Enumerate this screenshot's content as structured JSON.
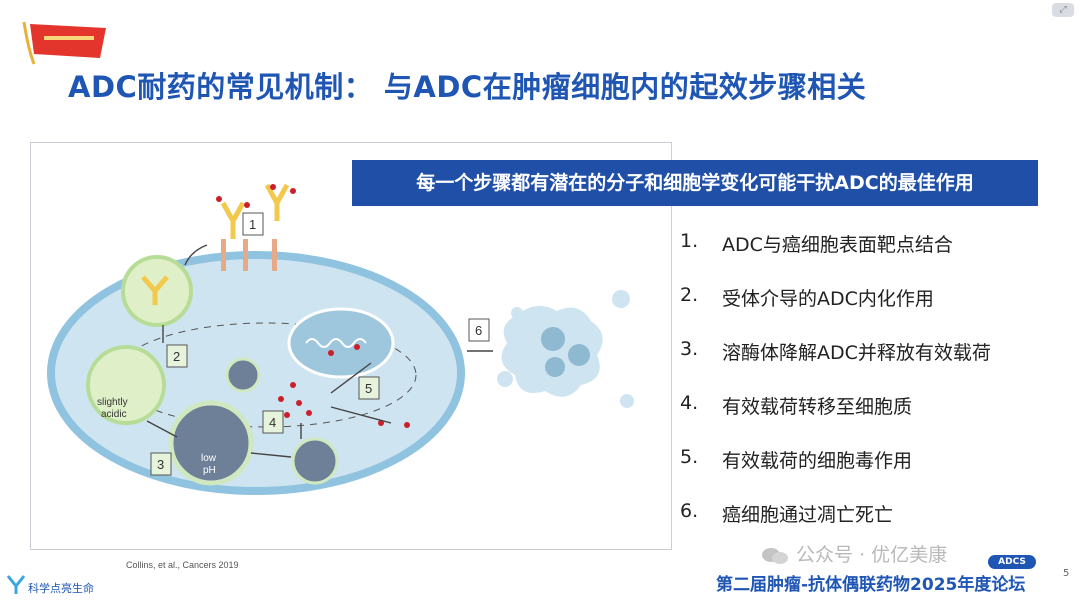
{
  "slide": {
    "title": "ADC耐药的常见机制： 与ADC在肿瘤细胞内的起效步骤相关",
    "banner": "每一个步骤都有潜在的分子和细胞学变化可能干扰ADC的最佳作用",
    "steps": [
      {
        "num": "1.",
        "text": "ADC与癌细胞表面靶点结合"
      },
      {
        "num": "2.",
        "text": "受体介导的ADC内化作用"
      },
      {
        "num": "3.",
        "text": "溶酶体降解ADC并释放有效载荷"
      },
      {
        "num": "4.",
        "text": "有效载荷转移至细胞质"
      },
      {
        "num": "5.",
        "text": "有效载荷的细胞毒作用"
      },
      {
        "num": "6.",
        "text": "癌细胞通过凋亡死亡"
      }
    ],
    "citation": "Collins, et al., Cancers  2019",
    "page_number": "5",
    "footer_title": "第二届肿瘤-抗体偶联药物2025年度论坛",
    "watermark": "公众号 · 优亿美康",
    "adc_badge": "ADCS",
    "bottom_left_logo_text": "科学点亮生命"
  },
  "figure": {
    "step_labels": [
      "1",
      "2",
      "3",
      "4",
      "5",
      "6"
    ],
    "slightly_acidic": [
      "slightly",
      "acidic"
    ],
    "low_ph": [
      "low",
      "pH"
    ]
  },
  "colors": {
    "title": "#1f56b4",
    "banner_bg": "#1f4fa7",
    "cell_fill": "#cfe4f1",
    "cell_edge": "#8fc3e0",
    "payload": "#cc1f2a",
    "antibody": "#f2c94c"
  }
}
